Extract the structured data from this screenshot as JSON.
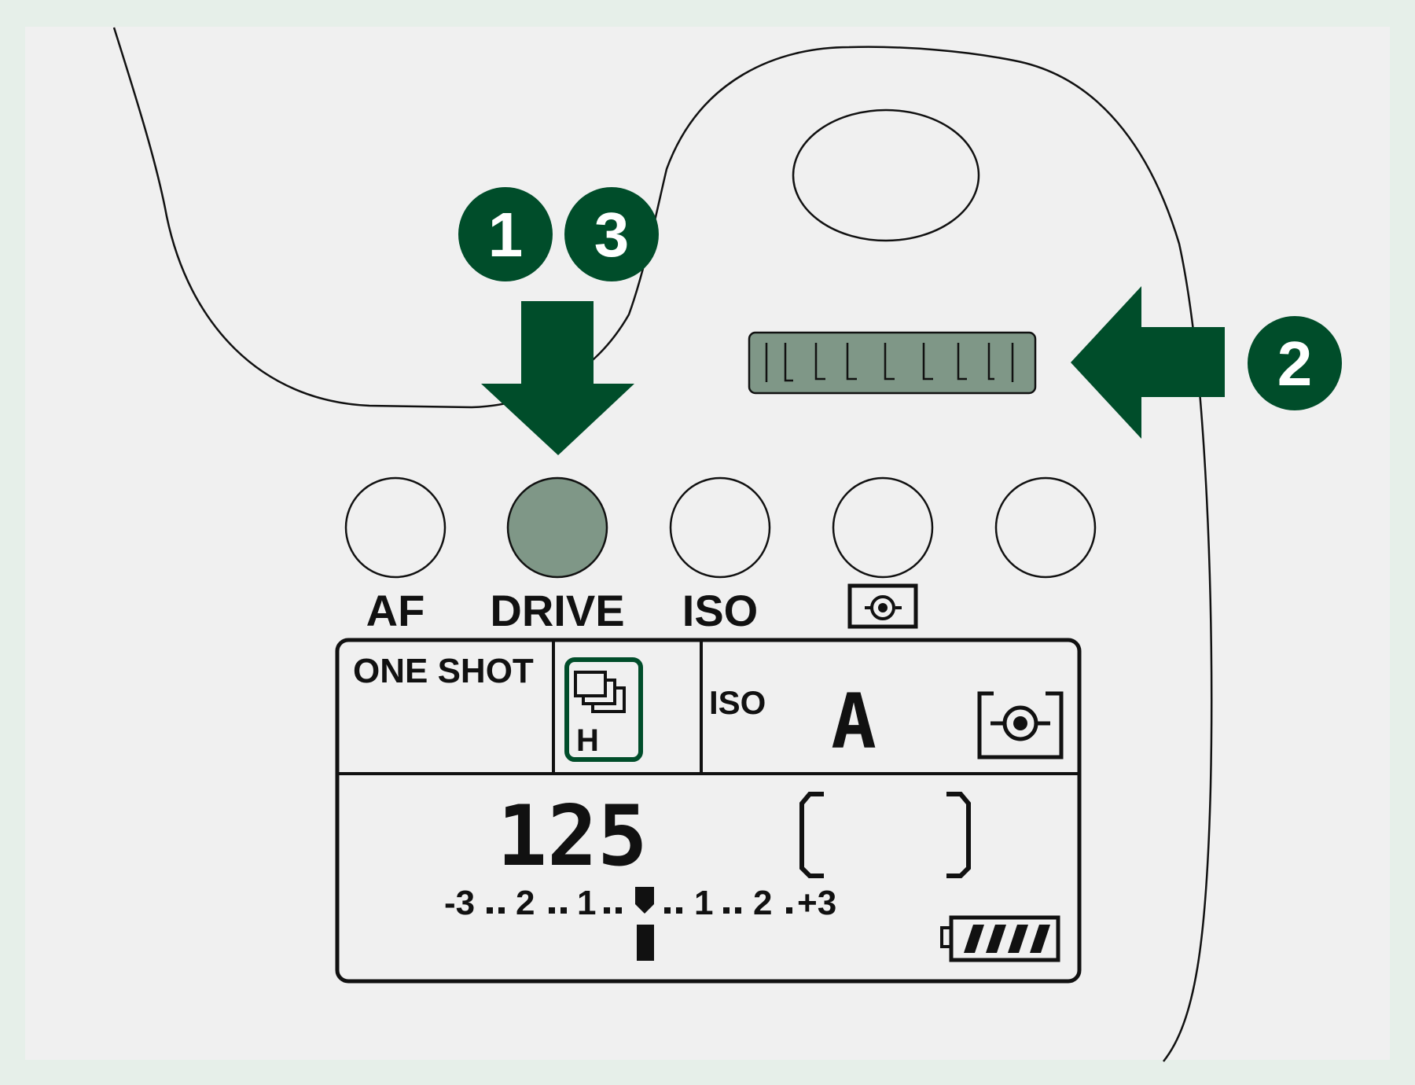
{
  "steps": {
    "first": "1",
    "second": "2",
    "third": "3"
  },
  "buttons": [
    {
      "id": "af",
      "label": "AF",
      "highlighted": false
    },
    {
      "id": "drive",
      "label": "DRIVE",
      "highlighted": true
    },
    {
      "id": "iso",
      "label": "ISO",
      "highlighted": false
    },
    {
      "id": "metering",
      "label": "",
      "icon": "metering-mode-icon",
      "highlighted": false
    },
    {
      "id": "blank",
      "label": "",
      "highlighted": false
    }
  ],
  "lcd": {
    "af_mode": "ONE SHOT",
    "drive_mode_icon": "continuous-shooting-high-icon",
    "drive_mode_suffix": "H",
    "iso_label": "ISO",
    "iso_value": "A",
    "metering_icon": "evaluative-metering-icon",
    "shutter_speed": "125",
    "exposure_scale": [
      "-3",
      "2",
      "1",
      "1",
      "2",
      "+3"
    ],
    "battery_level": 1.0,
    "battery_icon": "battery-full-icon"
  },
  "colors": {
    "accent": "#004d2a",
    "highlight_fill": "#7f9787",
    "body_fill": "#f0f0f0",
    "frame": "#e6efe9"
  }
}
